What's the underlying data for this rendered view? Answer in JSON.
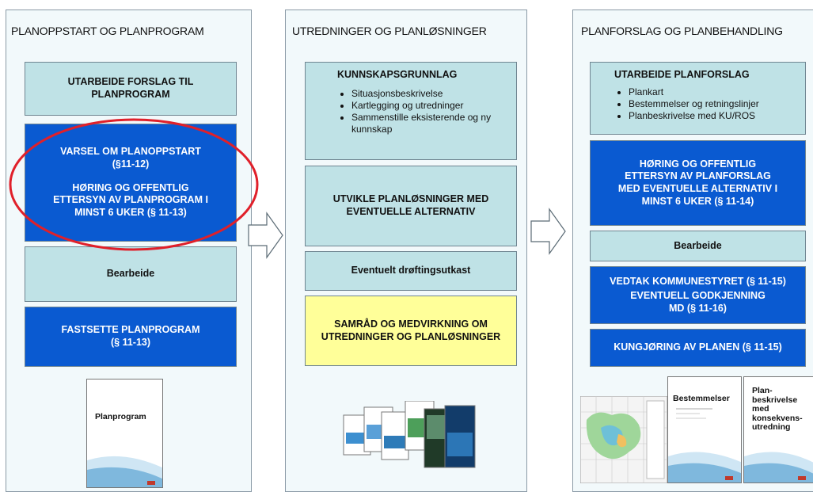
{
  "columns": [
    {
      "title": "PLANOPPSTART OG PLANPROGRAM",
      "boxes": {
        "b1": "UTARBEIDE FORSLAG TIL PLANPROGRAM",
        "b2a": "VARSEL OM PLANOPPSTART",
        "b2b": "(§11-12)",
        "b2c": "HØRING OG OFFENTLIG ETTERSYN AV PLANPROGRAM I MINST 6 UKER (§ 11-13)",
        "b3": "Bearbeide",
        "b4a": "FASTSETTE PLANPROGRAM",
        "b4b": "(§ 11-13)"
      },
      "doc_label": "Planprogram"
    },
    {
      "title": "UTREDNINGER OG PLANLØSNINGER",
      "boxes": {
        "b1_head": "KUNNSKAPSGRUNNLAG",
        "b1_items": [
          "Situasjonsbeskrivelse",
          "Kartlegging og utredninger",
          "Sammenstille eksisterende og ny kunnskap"
        ],
        "b2": "UTVIKLE PLANLØSNINGER MED EVENTUELLE ALTERNATIV",
        "b3": "Eventuelt drøftingsutkast",
        "b4": "SAMRÅD OG MEDVIRKNING OM UTREDNINGER OG PLANLØSNINGER"
      }
    },
    {
      "title": "PLANFORSLAG OG PLANBEHANDLING",
      "boxes": {
        "b1_head": "UTARBEIDE PLANFORSLAG",
        "b1_items": [
          "Plankart",
          "Bestemmelser og retningslinjer",
          "Planbeskrivelse med KU/ROS"
        ],
        "b2": "HØRING OG OFFENTLIG ETTERSYN AV PLANFORSLAG MED EVENTUELLE ALTERNATIV I MINST 6 UKER (§ 11-14)",
        "b3": "Bearbeide",
        "b4a": "VEDTAK KOMMUNESTYRET (§ 11-15)",
        "b4b": "EVENTUELL GODKJENNING MD (§ 11-16)",
        "b5": "KUNGJØRING AV PLANEN (§ 11-15)"
      },
      "doc_labels": {
        "bestemmelser": "Bestemmelser",
        "planbeskrivelse": "Plan-beskrivelse med konsekvens-utredning"
      }
    }
  ],
  "colors": {
    "light_box": "#bfe2e6",
    "blue_box": "#0a5ad1",
    "yellow_box": "#ffff99",
    "highlight_oval": "#e0202a"
  }
}
